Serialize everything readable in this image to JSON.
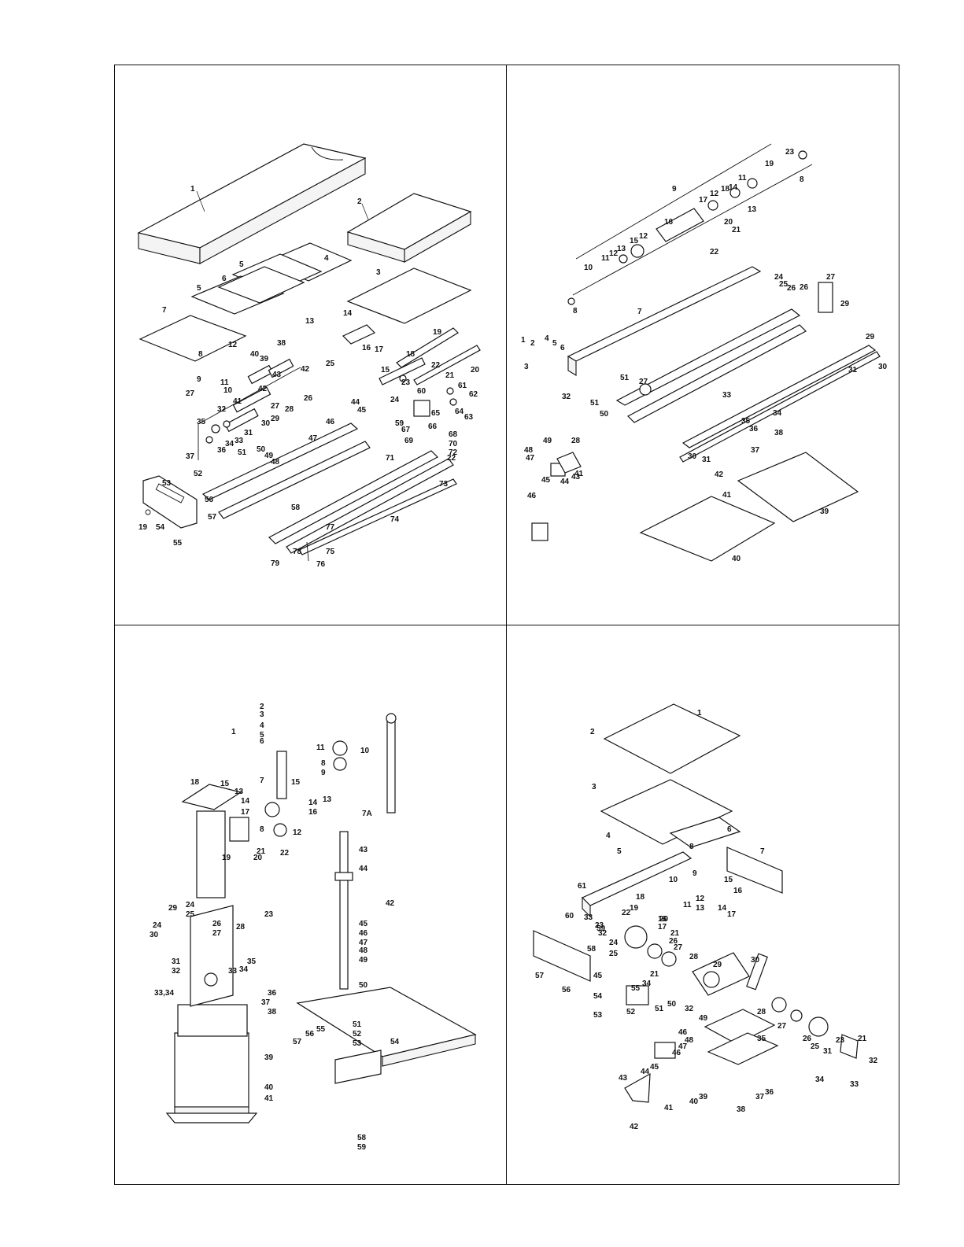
{
  "panels": [
    {
      "id": "top-left",
      "callouts": [
        "1",
        "2",
        "3",
        "4",
        "5",
        "5",
        "6",
        "7",
        "8",
        "9",
        "10",
        "11",
        "12",
        "13",
        "14",
        "15",
        "16",
        "17",
        "18",
        "19",
        "19",
        "20",
        "21",
        "22",
        "22",
        "23",
        "24",
        "25",
        "26",
        "27",
        "27",
        "28",
        "29",
        "30",
        "31",
        "32",
        "33",
        "34",
        "35",
        "36",
        "37",
        "38",
        "39",
        "40",
        "41",
        "42",
        "42",
        "43",
        "44",
        "45",
        "46",
        "47",
        "48",
        "49",
        "50",
        "51",
        "52",
        "53",
        "54",
        "55",
        "56",
        "57",
        "58",
        "59",
        "60",
        "61",
        "62",
        "63",
        "64",
        "65",
        "66",
        "67",
        "68",
        "69",
        "70",
        "71",
        "72",
        "73",
        "74",
        "75",
        "76",
        "77",
        "78",
        "79"
      ]
    },
    {
      "id": "top-right",
      "callouts": [
        "1",
        "2",
        "3",
        "4",
        "5",
        "6",
        "7",
        "8",
        "8",
        "9",
        "10",
        "11",
        "11",
        "12",
        "12",
        "12",
        "13",
        "13",
        "14",
        "15",
        "16",
        "17",
        "18",
        "19",
        "20",
        "21",
        "22",
        "23",
        "24",
        "25",
        "26",
        "26",
        "27",
        "27",
        "28",
        "29",
        "29",
        "30",
        "30",
        "31",
        "31",
        "32",
        "33",
        "34",
        "35",
        "36",
        "37",
        "38",
        "39",
        "40",
        "41",
        "41",
        "42",
        "43",
        "44",
        "45",
        "46",
        "47",
        "48",
        "49",
        "50",
        "51"
      ]
    },
    {
      "id": "bottom-left",
      "callouts": [
        "1",
        "2",
        "3",
        "4",
        "5",
        "6",
        "7",
        "7A",
        "8",
        "8",
        "9",
        "10",
        "11",
        "12",
        "13",
        "13",
        "14",
        "14",
        "15",
        "15",
        "16",
        "17",
        "18",
        "19",
        "20",
        "21",
        "22",
        "23",
        "24",
        "24",
        "25",
        "26",
        "27",
        "28",
        "29",
        "30",
        "31",
        "32",
        "33",
        "33,34",
        "34",
        "35",
        "36",
        "37",
        "38",
        "39",
        "40",
        "41",
        "42",
        "43",
        "44",
        "45",
        "46",
        "47",
        "48",
        "49",
        "50",
        "51",
        "52",
        "53",
        "54",
        "55",
        "56",
        "57",
        "58",
        "59"
      ]
    },
    {
      "id": "bottom-right",
      "callouts": [
        "1",
        "2",
        "3",
        "4",
        "5",
        "6",
        "7",
        "8",
        "9",
        "10",
        "11",
        "12",
        "13",
        "14",
        "15",
        "16",
        "16",
        "17",
        "17",
        "18",
        "19",
        "20",
        "21",
        "21",
        "21",
        "22",
        "23",
        "23",
        "24",
        "25",
        "25",
        "26",
        "26",
        "27",
        "27",
        "28",
        "28",
        "29",
        "30",
        "31",
        "32",
        "32",
        "32",
        "33",
        "33",
        "34",
        "34",
        "35",
        "36",
        "37",
        "38",
        "39",
        "40",
        "41",
        "42",
        "43",
        "44",
        "45",
        "45",
        "46",
        "46",
        "47",
        "48",
        "49",
        "50",
        "51",
        "52",
        "53",
        "54",
        "55",
        "56",
        "57",
        "58",
        "59",
        "60",
        "61"
      ]
    }
  ]
}
